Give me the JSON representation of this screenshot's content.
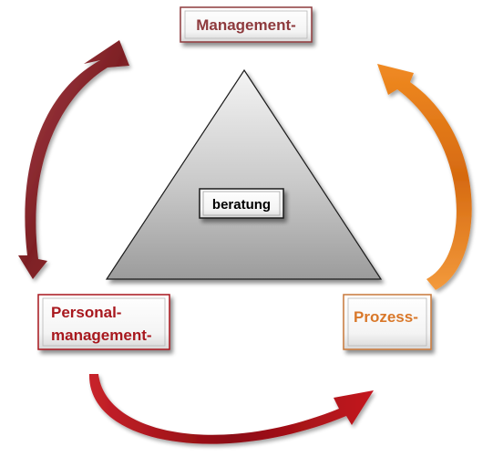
{
  "diagram": {
    "top_box": {
      "label": "Management-"
    },
    "left_box": {
      "line1": "Personal-",
      "line2": "management-"
    },
    "right_box": {
      "label": "Prozess-"
    },
    "center_box": {
      "label": "beratung"
    }
  },
  "colors": {
    "dark_red": "#8b2a2e",
    "red": "#b0141a",
    "orange": "#e07818",
    "top_text": "#8e3a3d",
    "left_text": "#a8181e",
    "right_text": "#d9782a",
    "left_border": "#a8181e",
    "right_border": "#c8783a",
    "top_border": "#8e3a3d"
  }
}
